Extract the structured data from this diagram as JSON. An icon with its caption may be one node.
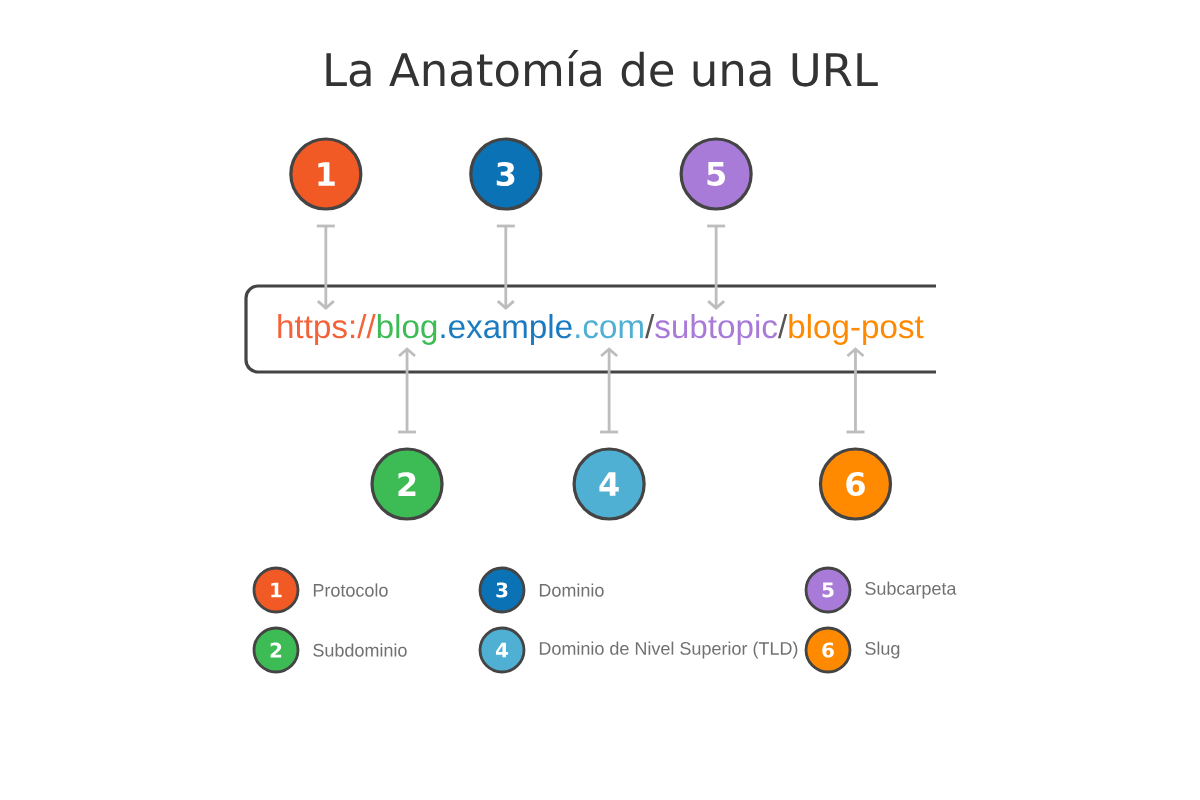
{
  "diagram": {
    "title": "La Anatomía de una URL",
    "nodes": [
      {
        "text": [
          "1"
        ]
      },
      {
        "text": [
          "3"
        ]
      },
      {
        "text": [
          "5"
        ]
      },
      {
        "text": [],
        "shape": "box"
      },
      {
        "text": [
          "https://"
        ],
        "in": 3
      },
      {
        "text": [
          "blog"
        ],
        "in": 3
      },
      {
        "text": [
          ".example"
        ],
        "in": 3
      },
      {
        "text": [
          ".com"
        ],
        "in": 3
      },
      {
        "text": [
          "/"
        ],
        "in": 3
      },
      {
        "text": [
          "subtopic"
        ],
        "in": 3
      },
      {
        "text": [
          "/"
        ],
        "in": 3
      },
      {
        "text": [
          "blog-post"
        ],
        "in": 3
      },
      {
        "text": [
          "2"
        ]
      },
      {
        "text": [
          "4"
        ]
      },
      {
        "text": [
          "6"
        ]
      },
      {
        "text": [
          "1"
        ],
        "beside": [
          "Protocolo"
        ]
      },
      {
        "text": [
          "3"
        ],
        "beside": [
          "Dominio"
        ]
      },
      {
        "text": [
          "5"
        ],
        "beside": [
          "Subcarpeta"
        ]
      },
      {
        "text": [
          "2"
        ],
        "beside": [
          "Subdominio"
        ]
      },
      {
        "text": [
          "4"
        ],
        "beside": [
          "Dominio de Nivel Superior (TLD)"
        ]
      },
      {
        "text": [
          "6"
        ],
        "beside": [
          "Slug"
        ]
      }
    ],
    "edges": [
      {
        "from": 0,
        "to": 4,
        "arrow": "to"
      },
      {
        "from": 1,
        "to": 6,
        "arrow": "to"
      },
      {
        "from": 2,
        "to": 9,
        "arrow": "to"
      },
      {
        "from": 12,
        "to": 5,
        "arrow": "to"
      },
      {
        "from": 13,
        "to": 7,
        "arrow": "to"
      },
      {
        "from": 14,
        "to": 11,
        "arrow": "to"
      }
    ]
  }
}
